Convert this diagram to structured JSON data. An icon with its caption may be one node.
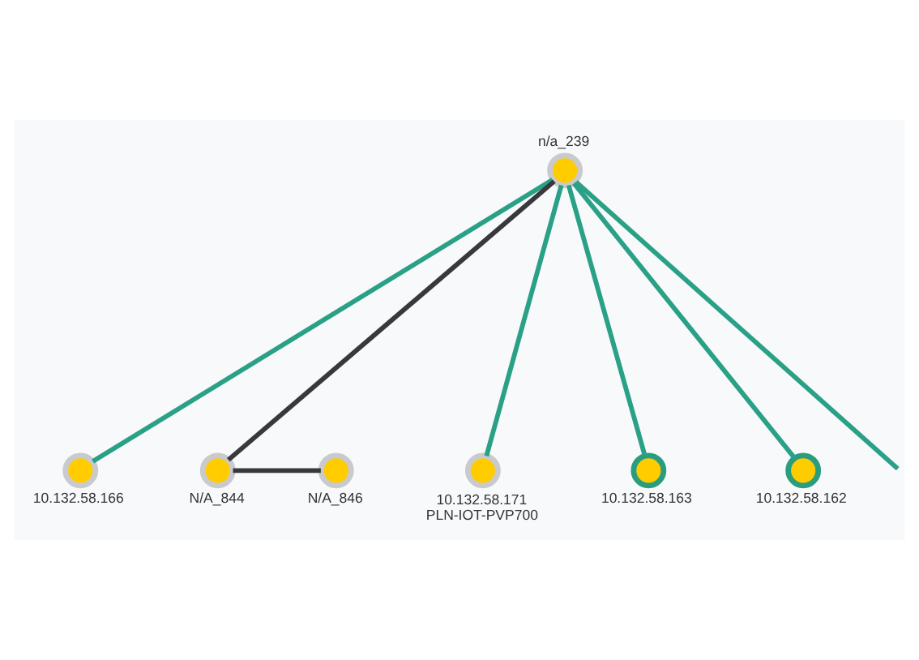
{
  "diagram": {
    "nodes": [
      {
        "text": [
          "10.132.58.166"
        ]
      },
      {
        "text": [
          "N/A_844"
        ]
      },
      {
        "text": [
          "n/a_239"
        ]
      },
      {
        "text": [
          "N/A_846"
        ]
      },
      {
        "text": [
          "10.132.58.171",
          "PLN-IOT-PVP700"
        ]
      },
      {
        "text": [
          "10.132.58.163"
        ]
      },
      {
        "text": [
          "10.132.58.162"
        ]
      }
    ],
    "edges": [
      {
        "from": 2,
        "to": 0,
        "arrow": "none"
      },
      {
        "from": 2,
        "to": 1,
        "arrow": "none",
        "color": "#38383d"
      },
      {
        "from": 1,
        "to": 3,
        "arrow": "none",
        "color": "#38383d"
      },
      {
        "from": 2,
        "to": 4,
        "arrow": "none"
      },
      {
        "from": 2,
        "to": 5,
        "arrow": "none"
      },
      {
        "from": 2,
        "to": 6,
        "arrow": "none"
      },
      {
        "from": 2,
        "to": null,
        "arrow": "none"
      }
    ]
  }
}
